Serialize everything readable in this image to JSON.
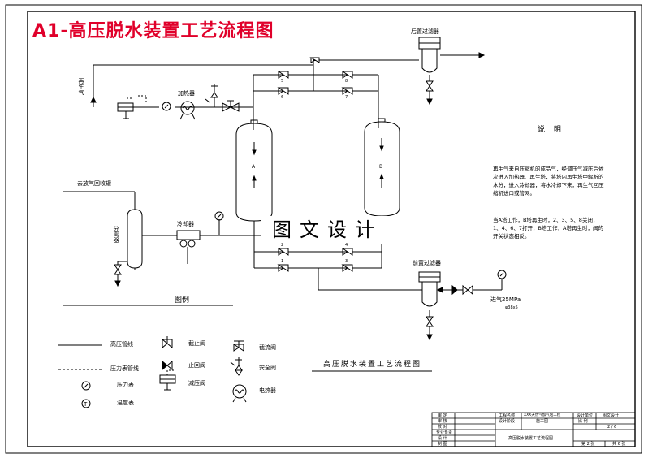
{
  "header": {
    "title": "A1-高压脱水装置工艺流程图"
  },
  "watermark": "图文设计",
  "labels": {
    "rear_filter": "后置过滤器",
    "front_filter": "前置过滤器",
    "regen_gas": "再生气",
    "heater": "加热器",
    "cooler": "冷却器",
    "separator": "分离器",
    "to_recovery": "去放气回收罐",
    "tower_a": "A",
    "tower_b": "B",
    "inlet_gas": "进气25MPa",
    "inlet_size": "φ38x5",
    "valve_1": "1",
    "valve_2": "2",
    "valve_3": "3",
    "valve_4": "4",
    "valve_5": "5",
    "valve_6": "6",
    "valve_7": "7",
    "valve_8": "8"
  },
  "notes": {
    "heading": "说 明",
    "p1": "再生气来自压缩机的成品气，经调压气减压后依次进入加热器、再生塔，将塔内再生塔中解析的水分，进入冷却器，将水冷却下来，再生气回压缩机进口或管网。",
    "p2": "当A塔工作，B塔再生时，2、3、5、8关闭，1、4、6、7打开，B塔工作，A塔再生时，阀的开关状态相反。"
  },
  "legend": {
    "heading": "图例",
    "hp_line": "高压管线",
    "gauge_line": "压力表管线",
    "pressure_gauge": "压力表",
    "temp_gauge": "温度表",
    "shutoff_valve": "截止阀",
    "check_valve": "止回阀",
    "reducing_valve": "减压阀",
    "throttle_valve": "截流阀",
    "safety_valve": "安全阀",
    "electric_heater": "电热器"
  },
  "drawing_title": "高压脱水装置工艺流程图",
  "title_block": {
    "r1": [
      "审 定",
      "",
      "工程名称",
      "XXX天然气加气站工程"
    ],
    "r2": [
      "审 核",
      "",
      "设计阶段",
      "施工图"
    ],
    "r3": [
      "校 对",
      ""
    ],
    "r4": [
      "专业负责",
      ""
    ],
    "r5": [
      "设 计",
      ""
    ],
    "r6": [
      "制 图",
      ""
    ],
    "drawing_name": "高压脱水装置工艺流程图",
    "unit_label": "设计单位",
    "unit": "图文设计",
    "scale_label": "比 例",
    "scale": "2 / 6",
    "sheet": "第 2 张",
    "total": "共 6 张"
  },
  "colors": {
    "title": "#e0002a",
    "line": "#000000"
  }
}
